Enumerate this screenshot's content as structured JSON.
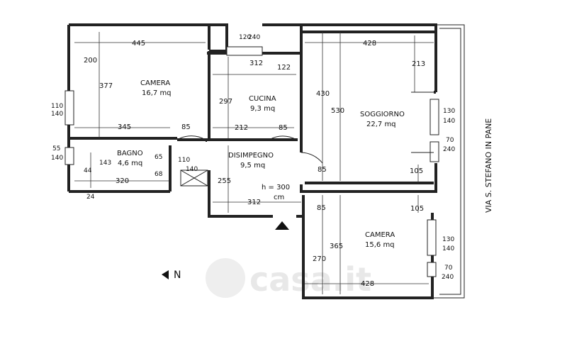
{
  "rooms": {
    "camera1": {
      "name": "CAMERA",
      "area": "16,7 mq"
    },
    "cucina": {
      "name": "CUCINA",
      "area": "9,3 mq"
    },
    "soggiorno": {
      "name": "SOGGIORNO",
      "area": "22,7 mq"
    },
    "bagno": {
      "name": "BAGNO",
      "area": "4,6 mq"
    },
    "disimpegno": {
      "name": "DISIMPEGNO",
      "area": "9,5 mq"
    },
    "camera2": {
      "name": "CAMERA",
      "area": "15,6 mq"
    }
  },
  "height_label": {
    "line1": "h = 300",
    "line2": "cm"
  },
  "street": "VIA S. STEFANO IN PANE",
  "north": "N",
  "watermark": "casa.it",
  "dims": {
    "d445": "445",
    "d200": "200",
    "d377": "377",
    "d345": "345",
    "d85a": "85",
    "d110": "110",
    "d140a": "140",
    "d55": "55",
    "d140b": "140",
    "d143": "143",
    "d65": "65",
    "d44": "44",
    "d68": "68",
    "d320": "320",
    "d24": "24",
    "d110b": "110",
    "d140c": "140",
    "d120": "120",
    "d240a": "240",
    "d312a": "312",
    "d122": "122",
    "d297": "297",
    "d212": "212",
    "d85b": "85",
    "d255": "255",
    "d312b": "312",
    "d428a": "428",
    "d213": "213",
    "d430": "430",
    "d530": "530",
    "d130a": "130",
    "d140d": "140",
    "d70a": "70",
    "d240b": "240",
    "d85c": "85",
    "d105a": "105",
    "d85d": "85",
    "d105b": "105",
    "d365": "365",
    "d270": "270",
    "d130b": "130",
    "d140e": "140",
    "d70b": "70",
    "d240c": "240",
    "d428b": "428"
  }
}
